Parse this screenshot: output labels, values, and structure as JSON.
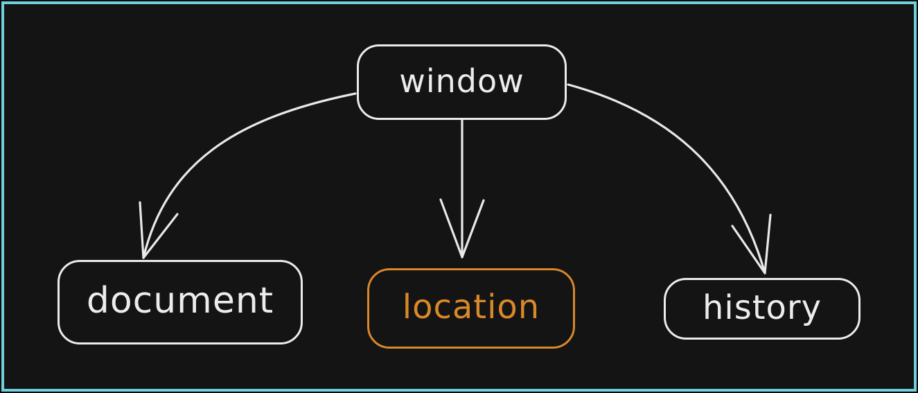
{
  "diagram": {
    "nodes": [
      {
        "id": "window",
        "label": "window",
        "stroke_color": "#ececec",
        "role": "root"
      },
      {
        "id": "document",
        "label": "document",
        "stroke_color": "#ececec",
        "role": "child"
      },
      {
        "id": "location",
        "label": "location",
        "stroke_color": "#d9882a",
        "role": "child-highlighted"
      },
      {
        "id": "history",
        "label": "history",
        "stroke_color": "#ececec",
        "role": "child"
      }
    ],
    "edges": [
      {
        "from": "window",
        "to": "document",
        "style": "curved-arrow"
      },
      {
        "from": "window",
        "to": "location",
        "style": "straight-arrow"
      },
      {
        "from": "window",
        "to": "history",
        "style": "curved-arrow"
      }
    ],
    "colors": {
      "canvas_background": "#141414",
      "frame_border": "#6fd0dd",
      "default_stroke": "#ececec",
      "accent_orange": "#d9882a"
    }
  }
}
